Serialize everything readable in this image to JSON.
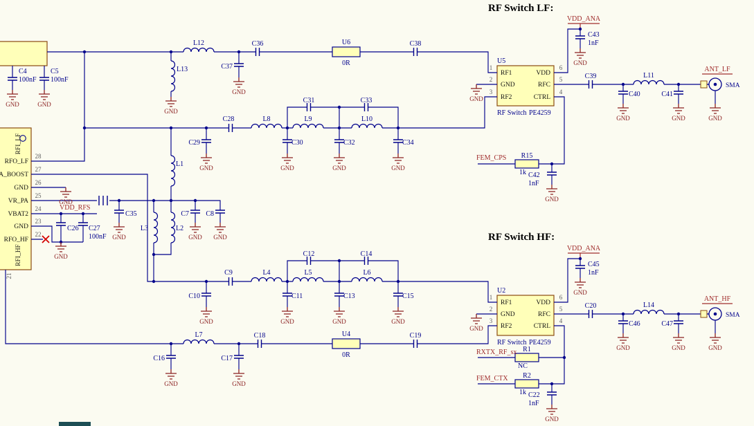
{
  "titles": {
    "lf": "RF Switch LF:",
    "hf": "RF Switch HF:"
  },
  "gnd": "GND",
  "ic": {
    "pin_names": [
      "RFO_LF",
      "PA_BOOST",
      "GND",
      "VR_PA",
      "VBAT2",
      "GND",
      "RFO_HF"
    ],
    "pin_numbers": [
      "28",
      "27",
      "26",
      "25",
      "24",
      "23",
      "22"
    ],
    "bottom_pin_number": "21",
    "rfi_lf": "RFI_LF",
    "rfi_hf": "RFI_HF"
  },
  "u5": {
    "ref": "U5",
    "desc": "RF Switch",
    "part": "PE4259",
    "left_names": [
      "RF1",
      "GND",
      "RF2"
    ],
    "left_nums": [
      "1",
      "2",
      "3"
    ],
    "right_names": [
      "VDD",
      "RFC",
      "CTRL"
    ],
    "right_nums": [
      "6",
      "5",
      "4"
    ]
  },
  "u2": {
    "ref": "U2",
    "desc": "RF Switch",
    "part": "PE4259",
    "left_names": [
      "RF1",
      "GND",
      "RF2"
    ],
    "left_nums": [
      "1",
      "2",
      "3"
    ],
    "right_names": [
      "VDD",
      "RFC",
      "CTRL"
    ],
    "right_nums": [
      "6",
      "5",
      "4"
    ]
  },
  "nets": {
    "vdd_ana": "VDD_ANA",
    "vdd_rfs": "VDD_RFS",
    "fem_cps": "FEM_CPS",
    "rxtx_rf_sx": "RXTX_RF_sx",
    "fem_ctx": "FEM_CTX",
    "ant_lf": "ANT_LF",
    "ant_hf": "ANT_HF",
    "sma": "SMA"
  },
  "refs": {
    "C4": "C4",
    "C5": "C5",
    "C7": "C7",
    "C8": "C8",
    "C9": "C9",
    "C10": "C10",
    "C11": "C11",
    "C12": "C12",
    "C13": "C13",
    "C14": "C14",
    "C15": "C15",
    "C16": "C16",
    "C17": "C17",
    "C18": "C18",
    "C19": "C19",
    "C20": "C20",
    "C22": "C22",
    "C26": "C26",
    "C27": "C27",
    "C28": "C28",
    "C29": "C29",
    "C30": "C30",
    "C31": "C31",
    "C32": "C32",
    "C33": "C33",
    "C34": "C34",
    "C35": "C35",
    "C36": "C36",
    "C37": "C37",
    "C38": "C38",
    "C39": "C39",
    "C40": "C40",
    "C41": "C41",
    "C42": "C42",
    "C43": "C43",
    "C45": "C45",
    "C46": "C46",
    "C47": "C47",
    "L1": "L1",
    "L2": "L2",
    "L3": "L3",
    "L4": "L4",
    "L5": "L5",
    "L6": "L6",
    "L7": "L7",
    "L8": "L8",
    "L9": "L9",
    "L10": "L10",
    "L11": "L11",
    "L12": "L12",
    "L13": "L13",
    "L14": "L14",
    "R1": "R1",
    "R2": "R2",
    "R15": "R15",
    "U4": "U4",
    "U6": "U6"
  },
  "values": {
    "c4": "100nF",
    "c5": "100nF",
    "c27": "100nF",
    "u6": "0R",
    "u4": "0R",
    "c43": "1nF",
    "c45": "1nF",
    "c42": "1nF",
    "c22": "1nF",
    "r15": "1k",
    "r2": "1k",
    "r1": "NC"
  }
}
